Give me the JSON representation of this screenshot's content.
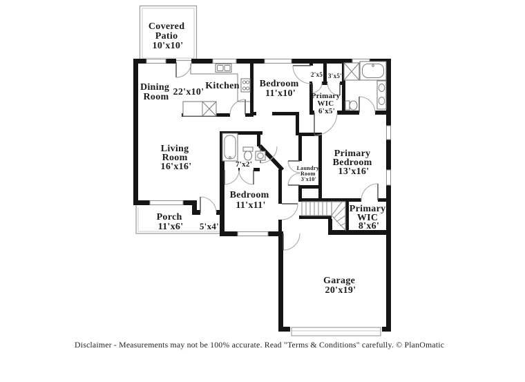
{
  "floor_plan": {
    "rooms": {
      "covered_patio": [
        "Covered",
        "Patio",
        "10'x10'"
      ],
      "dining_room": [
        "Dining",
        "Room"
      ],
      "dining_kitchen_dims": "22'x10'",
      "kitchen": "Kitchen",
      "bedroom_top": [
        "Bedroom",
        "11'x10'"
      ],
      "closet_small_1": "2'x5'",
      "closet_small_2": "3'x5'",
      "primary_wic_small": [
        "Primary",
        "WIC",
        "6'x5'"
      ],
      "living_room": [
        "Living",
        "Room",
        "16'x16'"
      ],
      "bath_small": "7'x2'",
      "laundry_room": [
        "Laundry",
        "Room",
        "3'x10'"
      ],
      "primary_bedroom": [
        "Primary",
        "Bedroom",
        "13'x16'"
      ],
      "porch": [
        "Porch",
        "11'x6'"
      ],
      "entry": "5'x4'",
      "bedroom_middle": [
        "Bedroom",
        "11'x11'"
      ],
      "primary_wic_large": [
        "Primary",
        "WIC",
        "8'x6'"
      ],
      "garage": [
        "Garage",
        "20'x19'"
      ]
    },
    "footer": {
      "disclaimer": "Disclaimer - Measurements may not be 100% accurate. Read \"Terms & Conditions\" carefully. © PlanOmatic"
    }
  }
}
